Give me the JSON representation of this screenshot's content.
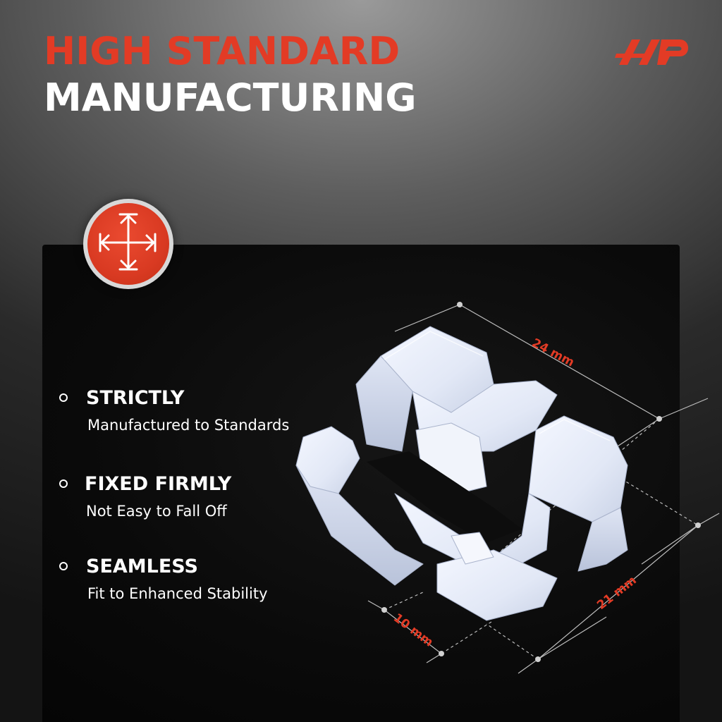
{
  "heading": {
    "line1": "HIGH STANDARD",
    "line2": "MANUFACTURING"
  },
  "logo": {
    "icon": "a-premium-logo-icon",
    "color": "#e33b25"
  },
  "badge": {
    "icon": "four-way-arrows-icon",
    "color": "#e33b25"
  },
  "features": [
    {
      "title": "STRICTLY",
      "description": "Manufactured to Standards"
    },
    {
      "title": "FIXED FIRMLY",
      "description": "Not Easy to Fall Off"
    },
    {
      "title": "SEAMLESS",
      "description": "Fit to Enhanced Stability"
    }
  ],
  "dimensions": {
    "length": "24 mm",
    "width": "21 mm",
    "height": "10 mm"
  },
  "colors": {
    "accent": "#e33b25",
    "panel": "#0a0a0a",
    "text": "#ffffff"
  }
}
